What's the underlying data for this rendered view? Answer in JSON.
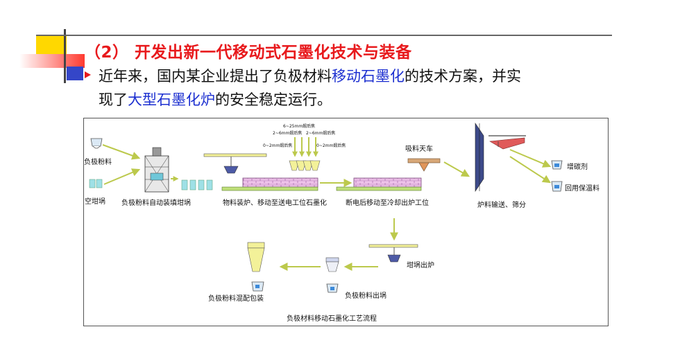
{
  "title": "（2）  开发出新一代移动式石墨化技术与装备",
  "body": {
    "line1_before": "近年来，国内某企业提出了负极材料",
    "line1_hl": "移动石墨化",
    "line1_after": "的技术方案，并实",
    "line2_before": "现了",
    "line2_hl": "大型石墨化炉",
    "line2_after": "的安全稳定运行。"
  },
  "diagram": {
    "labels": {
      "anode_powder": "负极粉料",
      "empty_crucible": "空坩埚",
      "auto_filling": "负极粉料自动装填坩埚",
      "loading": "物料装炉、移动至送电工位石墨化",
      "cooling": "断电后移动至冷却出炉工位",
      "crane": "吸料天车",
      "conveying": "炉料输送、筛分",
      "recarburizer": "增碳剂",
      "insulation": "回用保温料",
      "crucible_out": "坩埚出炉",
      "powder_out": "负极粉料出埚",
      "mixing": "负极粉料混配包装",
      "caption": "负极材料移动石墨化工艺流程",
      "size1": "6~25mm煅后焦",
      "size2": "2~6mm煅后焦",
      "size3": "2~6mm煅后焦",
      "size4": "0~2mm煅后焦",
      "size5": "0~2mm煅后焦"
    }
  },
  "colors": {
    "title": "#e8191c",
    "highlight": "#1c2fd0",
    "arrow": "#bcc94c"
  }
}
